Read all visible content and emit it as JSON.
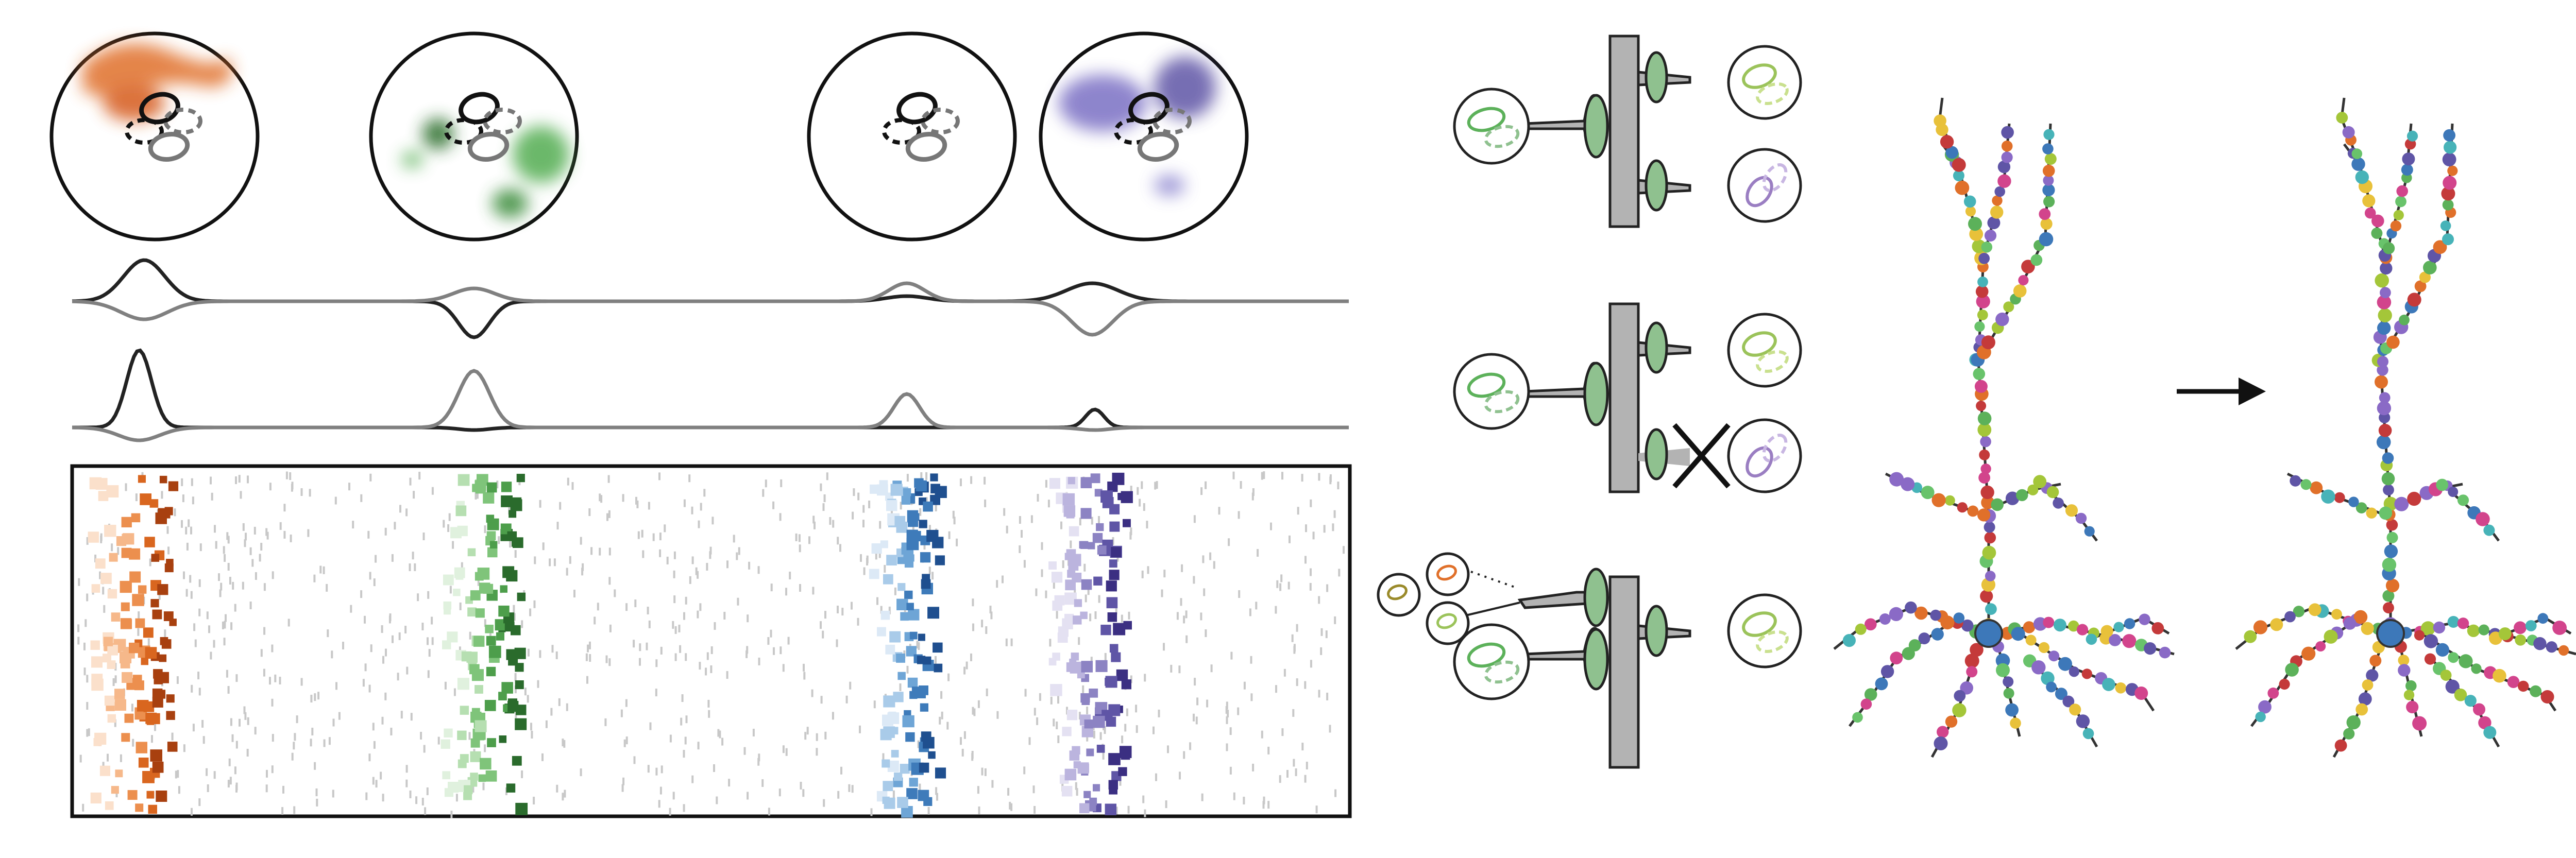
{
  "figure": {
    "colors": {
      "orange": "#e0702a",
      "green": "#5cb15a",
      "blue": "#3d78b9",
      "purple": "#5f55a6",
      "lightGreen": "#9bc35a",
      "lavender": "#9a7ec2",
      "gray": "#b3b3b3",
      "darkGray": "#7a7a7a",
      "spine": "#8fc18f",
      "black": "#222222",
      "lineGray": "#808080"
    },
    "assemblies": [
      {
        "name": "orange",
        "color": "#e0702a"
      },
      {
        "name": "green",
        "color": "#5cb15a"
      },
      {
        "name": "blue",
        "color": "#3d78b9"
      },
      {
        "name": "purple",
        "color": "#5f55a6"
      }
    ],
    "legend_icons": [
      "arrow-right-icon",
      "cross-icon"
    ]
  }
}
